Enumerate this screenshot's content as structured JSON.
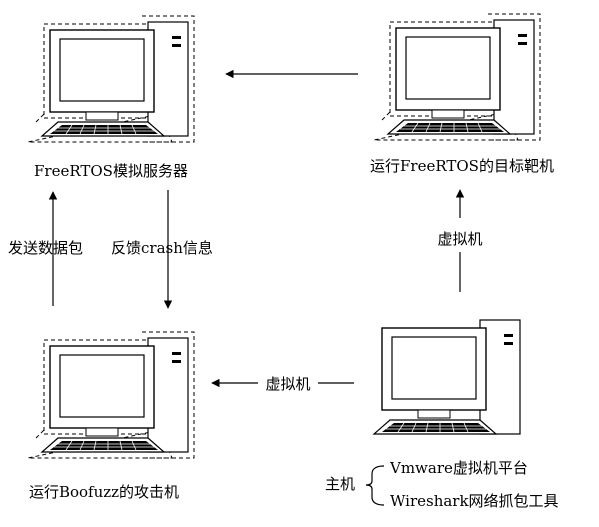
{
  "nodes": {
    "server": {
      "label": "FreeRTOS模拟服务器"
    },
    "target": {
      "label": "运行FreeRTOS的目标靶机"
    },
    "attacker": {
      "label": "运行Boofuzz的攻击机"
    },
    "host": {
      "label": "主机",
      "items": [
        "Vmware虚拟机平台",
        "Wireshark网络抓包工具"
      ]
    }
  },
  "edges": {
    "send_packets": "发送数据包",
    "crash_feedback": "反馈crash信息",
    "vm_target": "虚拟机",
    "vm_attacker": "虚拟机"
  },
  "colors": {
    "stroke": "#000000",
    "background": "#ffffff"
  }
}
